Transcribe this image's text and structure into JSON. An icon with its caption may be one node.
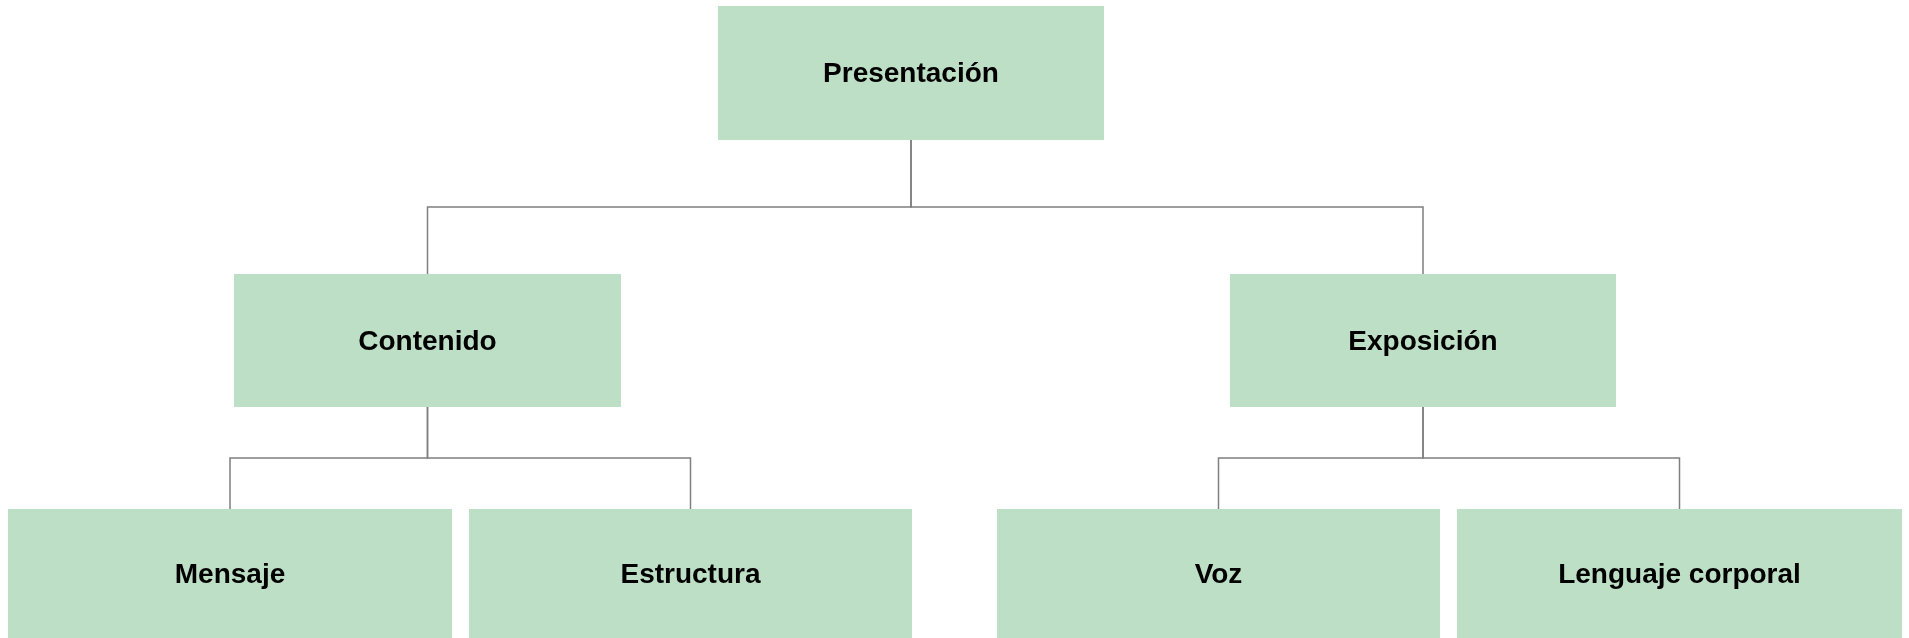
{
  "diagram": {
    "nodes": [
      {
        "text": [
          "Presentación"
        ]
      },
      {
        "text": [
          "Contenido"
        ]
      },
      {
        "text": [
          "Exposición"
        ]
      },
      {
        "text": [
          "Mensaje"
        ]
      },
      {
        "text": [
          "Estructura"
        ]
      },
      {
        "text": [
          "Voz"
        ]
      },
      {
        "text": [
          "Lenguaje corporal"
        ]
      }
    ],
    "edges": [
      {
        "from": 0,
        "to": 1,
        "arrow": "none"
      },
      {
        "from": 0,
        "to": 2,
        "arrow": "none"
      },
      {
        "from": 1,
        "to": 3,
        "arrow": "none"
      },
      {
        "from": 1,
        "to": 4,
        "arrow": "none"
      },
      {
        "from": 2,
        "to": 5,
        "arrow": "none"
      },
      {
        "from": 2,
        "to": 6,
        "arrow": "none"
      }
    ]
  }
}
